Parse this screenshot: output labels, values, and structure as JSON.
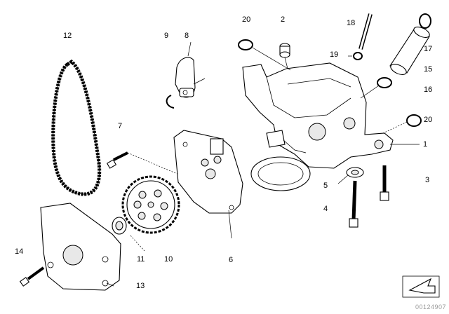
{
  "diagram": {
    "callouts": [
      {
        "id": "1",
        "label": "1"
      },
      {
        "id": "2",
        "label": "2"
      },
      {
        "id": "3",
        "label": "3"
      },
      {
        "id": "4",
        "label": "4"
      },
      {
        "id": "5",
        "label": "5"
      },
      {
        "id": "6",
        "label": "6"
      },
      {
        "id": "7",
        "label": "7"
      },
      {
        "id": "8",
        "label": "8"
      },
      {
        "id": "9",
        "label": "9"
      },
      {
        "id": "10",
        "label": "10"
      },
      {
        "id": "11",
        "label": "11"
      },
      {
        "id": "12",
        "label": "12"
      },
      {
        "id": "13",
        "label": "13"
      },
      {
        "id": "14",
        "label": "14"
      },
      {
        "id": "15",
        "label": "15"
      },
      {
        "id": "16",
        "label": "16"
      },
      {
        "id": "17",
        "label": "17"
      },
      {
        "id": "18",
        "label": "18"
      },
      {
        "id": "19",
        "label": "19"
      },
      {
        "id": "20a",
        "label": "20"
      },
      {
        "id": "20b",
        "label": "20"
      }
    ],
    "watermark": "00124907"
  }
}
